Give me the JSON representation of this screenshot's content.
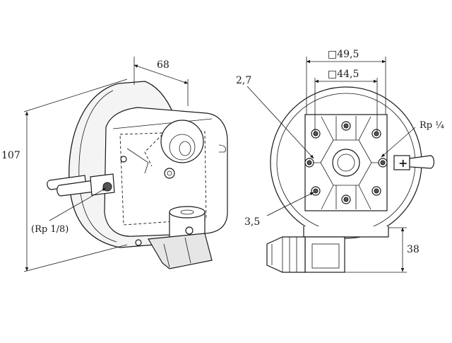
{
  "drawing": {
    "dimensions": {
      "depth": "68",
      "height": "107",
      "outer_square": "□49,5",
      "inner_square": "□44,5",
      "bolt_circle": "2,7",
      "mount_hole": "3,5",
      "connector_height": "38"
    },
    "callouts": {
      "pressure_port_thread": "(Rp 1/8)",
      "side_port_thread": "Rp ¼",
      "positive_port_symbol": "+"
    }
  }
}
